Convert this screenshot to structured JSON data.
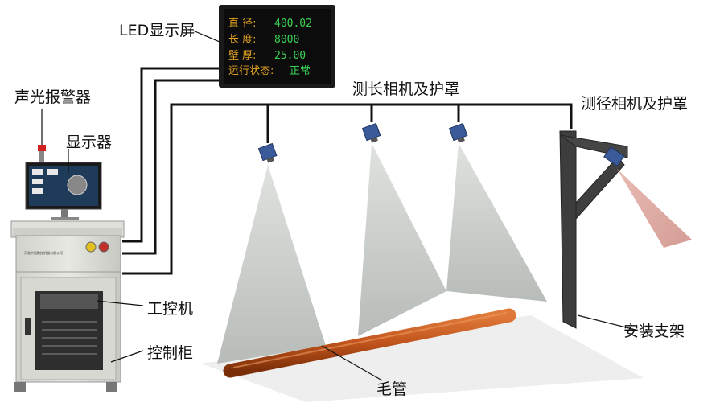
{
  "labels": {
    "led_display": "LED显示屏",
    "alarm": "声光报警器",
    "monitor": "显示器",
    "ipc": "工控机",
    "cabinet": "控制柜",
    "length_camera": "测长相机及护罩",
    "diameter_camera": "测径相机及护罩",
    "mount": "安装支架",
    "tube": "毛管"
  },
  "led_screen": {
    "rows": [
      {
        "label": "直  径:",
        "value": "400.02"
      },
      {
        "label": "长  度:",
        "value": "8000"
      },
      {
        "label": "壁  厚:",
        "value": "25.00"
      },
      {
        "label": "运行状态:",
        "value": "正常"
      }
    ]
  },
  "cabinet_panel_text": "河北中昌数控机器有限公司",
  "colors": {
    "led_label": "#e0a020",
    "led_value": "#39d353",
    "tube": "#c0541c",
    "beam": "#c4c8c4",
    "beam_diameter": "#d8a8a0",
    "camera": "#3a5a9a",
    "cabinet": "#dcdcd6"
  }
}
